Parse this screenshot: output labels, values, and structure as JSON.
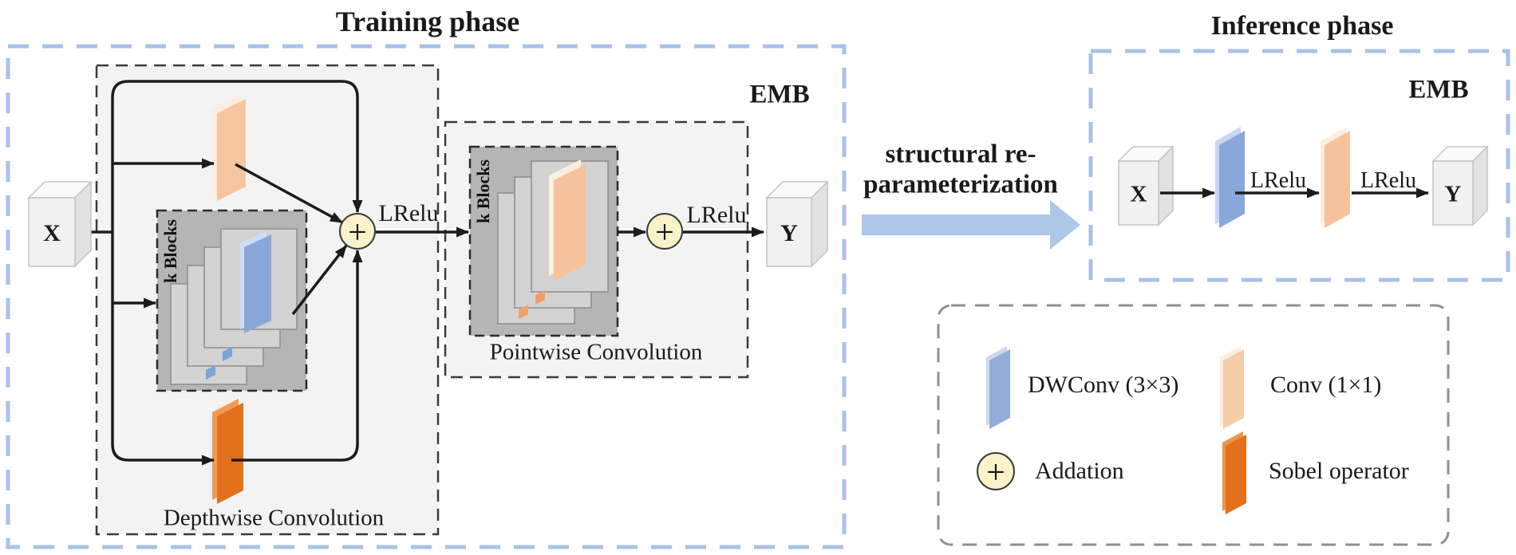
{
  "training": {
    "title": "Training phase",
    "emb_label": "EMB",
    "input_label": "X",
    "output_label": "Y",
    "lrelu1": "LRelu",
    "lrelu2": "LRelu",
    "plus1": "+",
    "plus2": "+",
    "depthwise": {
      "label": "Depthwise Convolution",
      "k_blocks": "k Blocks"
    },
    "pointwise": {
      "label": "Pointwise Convolution",
      "k_blocks": "k Blocks"
    }
  },
  "transform_arrow": {
    "line1": "structural re-",
    "line2": "parameterization"
  },
  "inference": {
    "title": "Inference phase",
    "emb_label": "EMB",
    "input_label": "X",
    "output_label": "Y",
    "lrelu1": "LRelu",
    "lrelu2": "LRelu"
  },
  "legend": {
    "plus": "+",
    "items": [
      {
        "swatch": "dwconv-plate",
        "label": "DWConv (3×3)"
      },
      {
        "swatch": "conv-plate",
        "label": "Conv (1×1)"
      },
      {
        "swatch": "addition-circle",
        "label": "Addation"
      },
      {
        "swatch": "sobel-plate",
        "label": "Sobel operator"
      }
    ]
  },
  "colors": {
    "phase_box_dash": "#a9c2e8",
    "big_arrow": "#aec6e8",
    "dwconv_blue": "#8aa7da",
    "conv_peach": "#f6c5a0",
    "sobel_orange": "#e2701d",
    "plus_fill": "#faf2c8",
    "kblocks_gray": "#b5b5b5",
    "inner_box_gray": "#f3f3f3"
  }
}
